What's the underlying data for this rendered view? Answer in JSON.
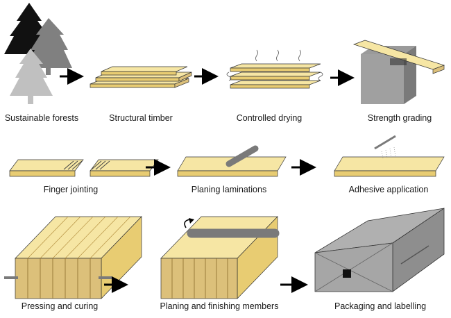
{
  "steps": [
    {
      "label": "Sustainable forests"
    },
    {
      "label": "Structural timber"
    },
    {
      "label": "Controlled drying"
    },
    {
      "label": "Strength grading"
    },
    {
      "label": "Finger jointing"
    },
    {
      "label": "Planing laminations"
    },
    {
      "label": "Adhesive application"
    },
    {
      "label": "Pressing and curing"
    },
    {
      "label": "Planing and finishing members"
    },
    {
      "label": "Packaging and labelling"
    }
  ],
  "colors": {
    "wood_top": "#f6e6a4",
    "wood_side": "#e8cc72",
    "wood_end": "#dcc07a",
    "grain": "#b08a3a",
    "arrow": "#000000",
    "tree_dark": "#111111",
    "tree_mid": "#808080",
    "tree_light": "#c0c0c0",
    "steel": "#7a7a7a",
    "package": "#a6a6a6"
  }
}
